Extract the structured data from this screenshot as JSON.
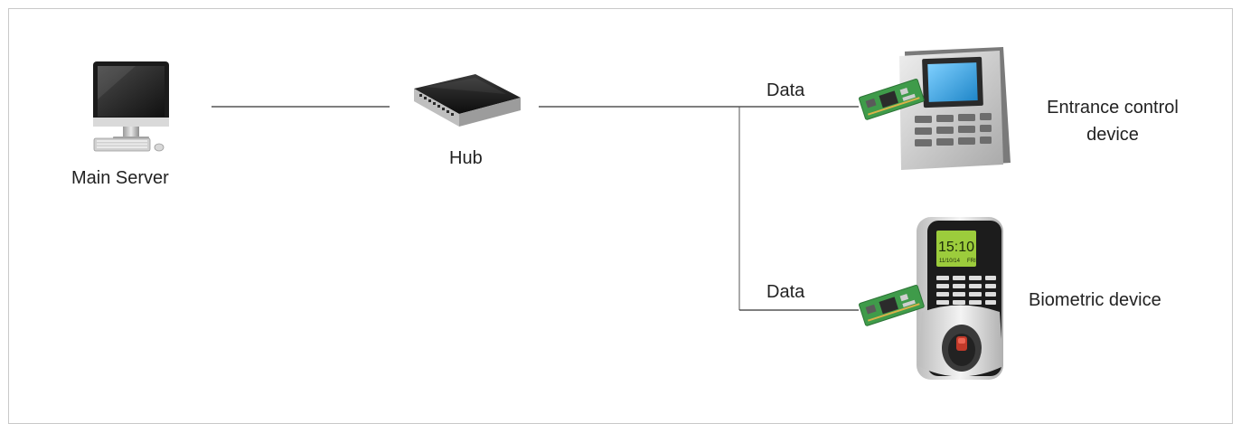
{
  "nodes": {
    "server_label": "Main Server",
    "hub_label": "Hub",
    "entrance_label_line1": "Entrance control",
    "entrance_label_line2": "device",
    "biometric_label": "Biometric device"
  },
  "edges": {
    "data_label_top": "Data",
    "data_label_bottom": "Data"
  },
  "biometric_screen": {
    "time": "15:10",
    "date": "11/10/14",
    "day": "FRI"
  },
  "icons": [
    "computer-icon",
    "hub-icon",
    "circuit-board-icon",
    "access-control-terminal-icon",
    "fingerprint-terminal-icon"
  ],
  "colors": {
    "line": "#333333",
    "board": "#3f9b4a",
    "screen_blue": "#3aa6e0",
    "screen_green": "#9ccc3c"
  }
}
